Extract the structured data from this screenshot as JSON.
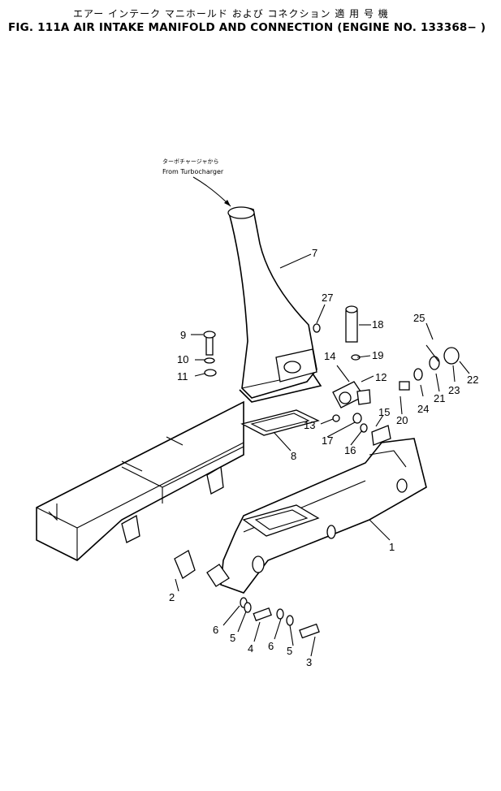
{
  "title_jp": "エアー インテーク マニホールド および コネクション  適 用 号 機",
  "title_en": "FIG. 111A  AIR INTAKE MANIFOLD AND CONNECTION (ENGINE NO. 133368− )",
  "source_label_jp": "ターボチャージャから",
  "source_label_en": "From Turbocharger",
  "parts": [
    "1",
    "2",
    "3",
    "4",
    "5",
    "6",
    "7",
    "8",
    "9",
    "10",
    "11",
    "12",
    "13",
    "14",
    "15",
    "16",
    "17",
    "18",
    "19",
    "20",
    "21",
    "22",
    "23",
    "24",
    "25",
    "27",
    "5",
    "6"
  ]
}
